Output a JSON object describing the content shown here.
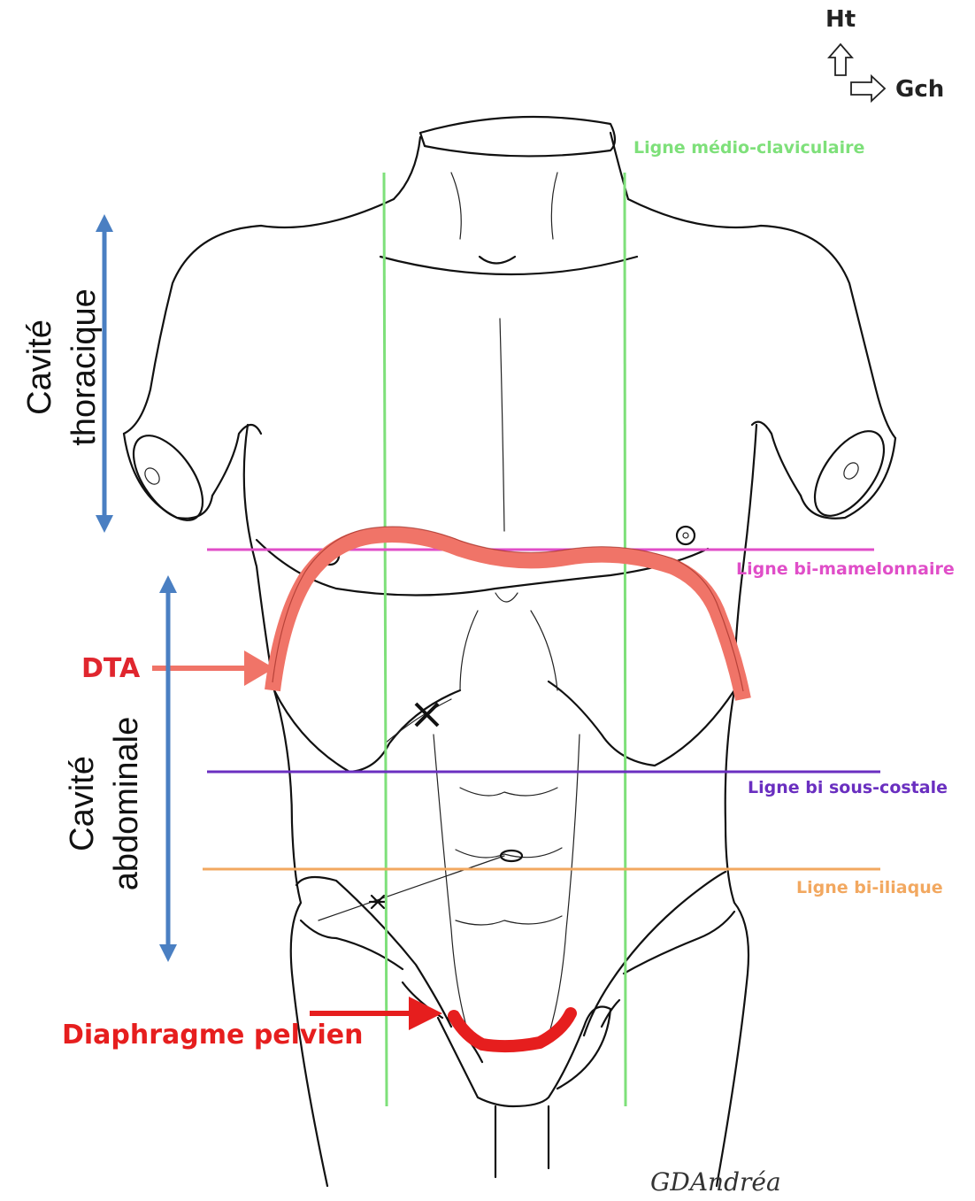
{
  "orientation": {
    "up_label": "Ht",
    "left_label": "Gch"
  },
  "cavities": {
    "thoracic": {
      "line1": "Cavité",
      "line2": "thoracique"
    },
    "abdominal": {
      "line1": "Cavité",
      "line2": "abdominale"
    }
  },
  "lines": {
    "medio_claviculaire": {
      "label": "Ligne médio-claviculaire",
      "color": "#7ee07a"
    },
    "bi_mamelonnaire": {
      "label": "Ligne bi-mamelonnaire",
      "color": "#e04ec8"
    },
    "bi_sous_costale": {
      "label": "Ligne bi sous-costale",
      "color": "#6a2fc0"
    },
    "bi_iliaque": {
      "label": "Ligne bi-iliaque",
      "color": "#f2a860"
    }
  },
  "structures": {
    "dta": {
      "label": "DTA",
      "color": "#f07468",
      "label_color": "#e0262e"
    },
    "diaphragme_pelvien": {
      "label": "Diaphragme pelvien",
      "color": "#e61e1e"
    }
  },
  "arrows": {
    "cavity_arrow_color": "#4a7fc2"
  },
  "signature": "GDAndréa"
}
